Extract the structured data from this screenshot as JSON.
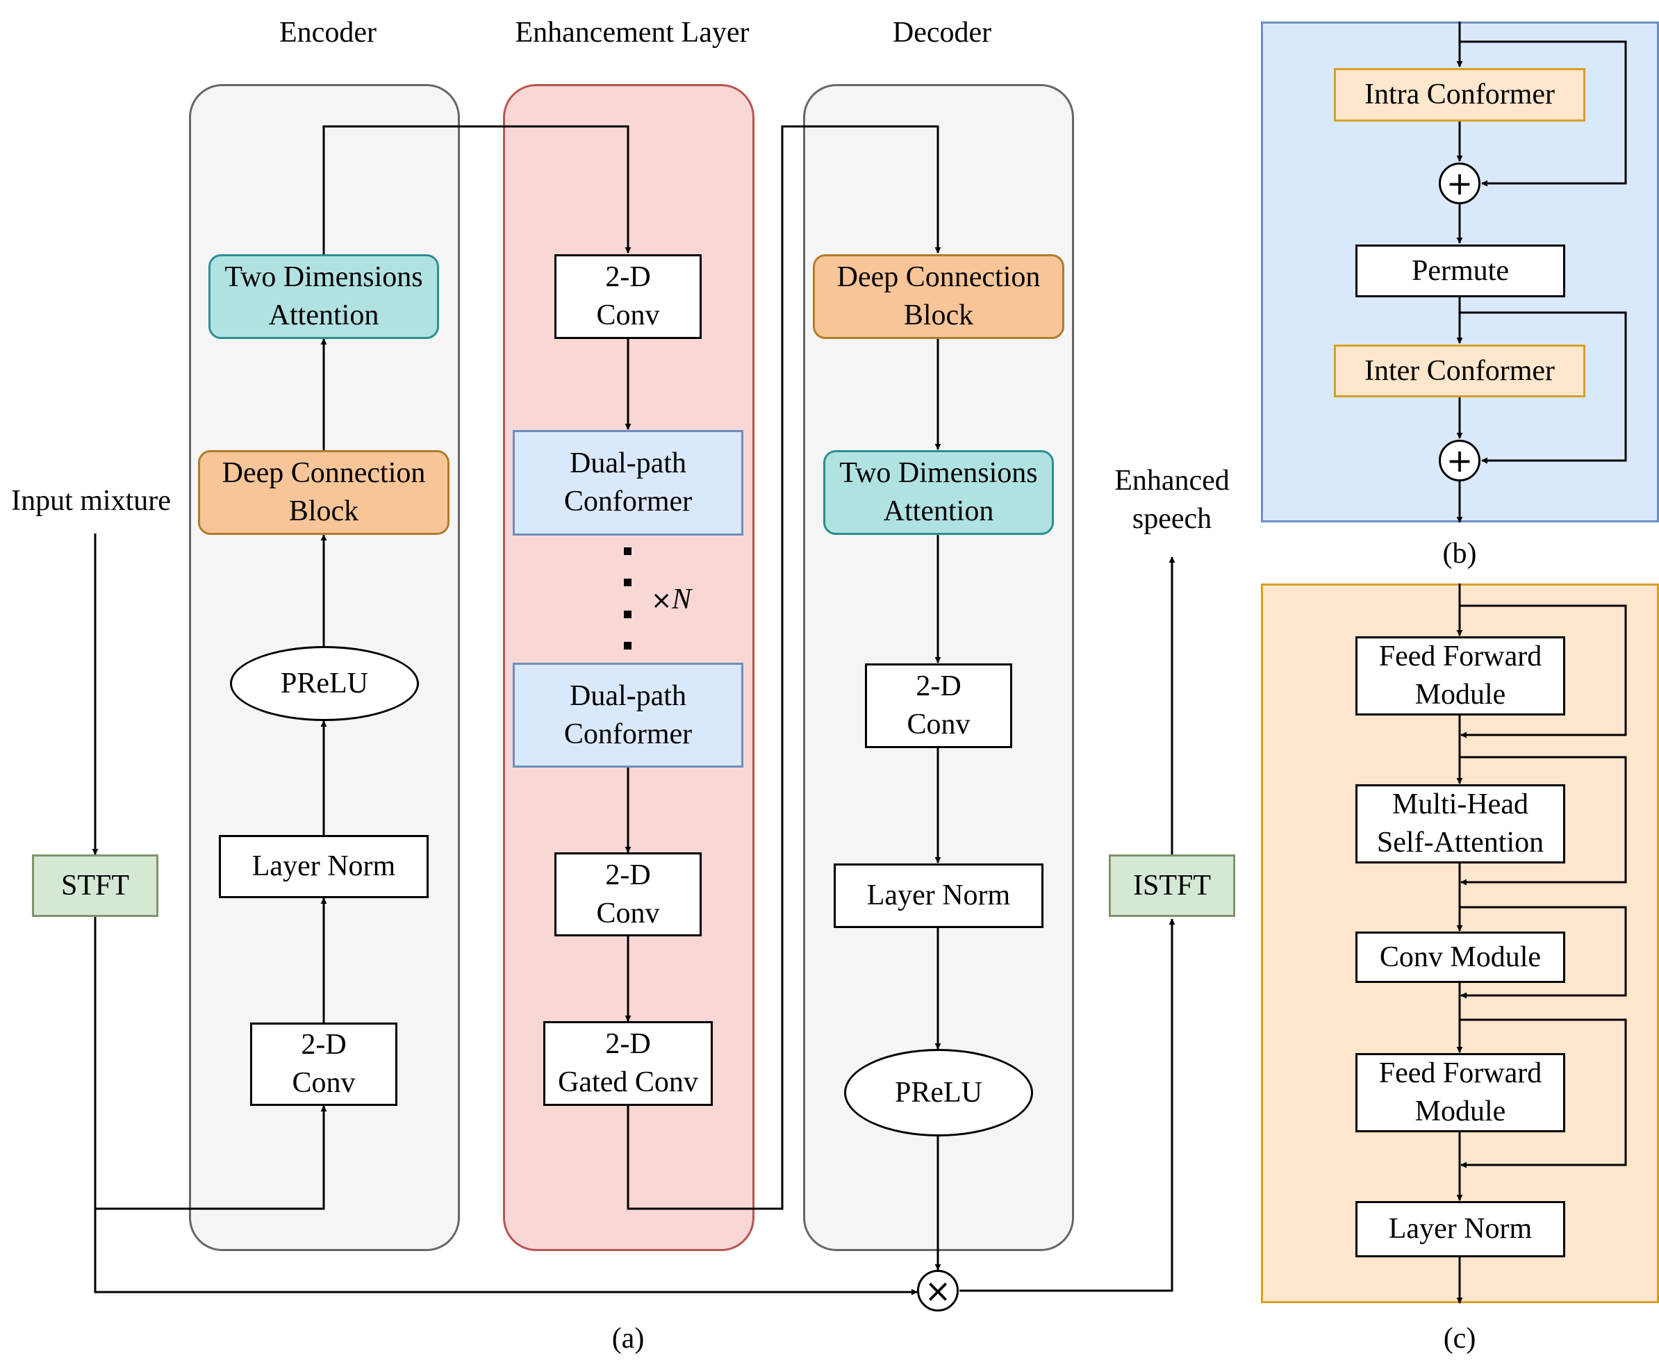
{
  "panels": {
    "encoder": {
      "title": "Encoder"
    },
    "enhancement": {
      "title": "Enhancement Layer"
    },
    "decoder": {
      "title": "Decoder"
    }
  },
  "io": {
    "input": "Input mixture",
    "stft": "STFT",
    "istft": "ISTFT",
    "output_line1": "Enhanced",
    "output_line2": "speech",
    "multiply": "×"
  },
  "encoder": {
    "conv_l1": "2-D",
    "conv_l2": "Conv",
    "norm": "Layer Norm",
    "prelu": "PReLU",
    "dcb_l1": "Deep Connection",
    "dcb_l2": "Block",
    "tda_l1": "Two Dimensions",
    "tda_l2": "Attention"
  },
  "enhancement": {
    "conv1_l1": "2-D",
    "conv1_l2": "Conv",
    "dpc1_l1": "Dual-path",
    "dpc1_l2": "Conformer",
    "repeat_times": "×",
    "repeat_var": "N",
    "dpc2_l1": "Dual-path",
    "dpc2_l2": "Conformer",
    "conv2_l1": "2-D",
    "conv2_l2": "Conv",
    "gated_l1": "2-D",
    "gated_l2": "Gated Conv"
  },
  "decoder": {
    "dcb_l1": "Deep Connection",
    "dcb_l2": "Block",
    "tda_l1": "Two Dimensions",
    "tda_l2": "Attention",
    "conv_l1": "2-D",
    "conv_l2": "Conv",
    "norm": "Layer Norm",
    "prelu": "PReLU"
  },
  "panel_b": {
    "intra": "Intra Conformer",
    "add1": "+",
    "permute": "Permute",
    "inter": "Inter Conformer",
    "add2": "+",
    "caption": "(b)"
  },
  "panel_c": {
    "ff1_l1": "Feed Forward",
    "ff1_l2": "Module",
    "mhsa_l1": "Multi-Head",
    "mhsa_l2": "Self-Attention",
    "conv": "Conv Module",
    "ff2_l1": "Feed Forward",
    "ff2_l2": "Module",
    "norm": "Layer Norm",
    "caption": "(c)"
  },
  "captions": {
    "a": "(a)"
  },
  "colors": {
    "encoder_panel": "#f5f5f5",
    "enhancement_panel": "#f8d7d5",
    "panel_b": "#dae8fc",
    "panel_c": "#ffe6cc",
    "orange_block": "#f8c598",
    "teal_block": "#b1e2e2",
    "dual_path": "#dae8fc",
    "stft": "#d5e8d4"
  }
}
